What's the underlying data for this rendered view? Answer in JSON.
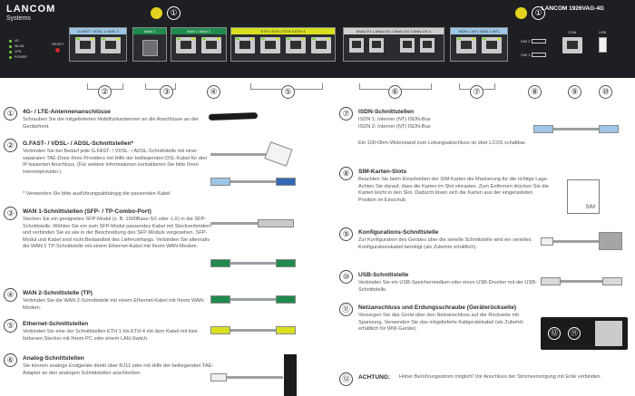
{
  "brand": {
    "name": "LANCOM",
    "sub": "Systems"
  },
  "model": "LANCOM 1926VAG-4G",
  "front_panel": {
    "antenna_number": "①",
    "leds": [
      "4G",
      "WLAN",
      "VPN",
      "POWER"
    ],
    "reset_label": "RESET",
    "port_groups": [
      {
        "label": "G.FAST / VDSL 1   VDSL 2",
        "color": "#9ec6e6"
      },
      {
        "label": "WAN 1",
        "color": "#1f8a4d"
      },
      {
        "label": "WAN 1   WAN 2",
        "color": "#1f8a4d"
      },
      {
        "label": "ETH 1   ETH 2   ETH 3   ETH 4",
        "color": "#d8e01f"
      },
      {
        "label": "ANALOG 1 ANALOG 2   ANALOG 3 ANALOG 4",
        "color": "#cfcfcf"
      },
      {
        "label": "ISDN 1 (NT)   ISDN 2 (NT)",
        "color": "#9ec6e6"
      }
    ],
    "sim1": "SIM 2",
    "sim2": "SIM 1",
    "com_label": "COM",
    "usb_label": "USB",
    "callouts": [
      "②",
      "③",
      "④",
      "⑤",
      "⑥",
      "⑦",
      "⑧",
      "⑨",
      "⑩"
    ]
  },
  "sections": [
    {
      "num": "①",
      "title": "4G- / LTE-Antennenanschlüsse",
      "text": "Schrauben Sie die mitgelieferten Mobilfunkantennen an die Anschlüsse an der Gerätefront."
    },
    {
      "num": "②",
      "title": "G.FAST- / VDSL- / ADSL-Schnittstellen*",
      "text": "Verbinden Sie bei Bedarf jede G.FAST- / VDSL- / ADSL-Schnittstelle mit einer separaten TAE-Dose Ihres Providers mit Hilfe der beiliegenden DSL-Kabel für den IP-basierten Anschluss. (Für weitere Informationen kontaktieren Sie bitte Ihren Internetprovider.)",
      "footnote": "* Verwenden Sie bitte ausführungsabhängig die passenden Kabel"
    },
    {
      "num": "③",
      "title": "WAN 1-Schnittstellen (SFP- / TP-Combo-Port)",
      "text": "Stecken Sie ein geeignetes SFP-Modul (z. B. 1000Base-SX oder -LX) in die SFP-Schnittstelle. Wählen Sie ein zum SFP-Modul passendes Kabel mit Steckverbindern und verbinden Sie es wie in der Beschreibung des SFP-Moduls vorgesehen. SFP-Modul und Kabel sind nicht Bestandteil des Lieferumfangs. Verbinden Sie alternativ die WAN 1 TP-Schnittstelle mit einem Ethernet-Kabel mit Ihrem WAN-Modem."
    },
    {
      "num": "④",
      "title": "WAN 2-Schnittstelle (TP)",
      "text": "Verbinden Sie die WAN 2-Schnittstelle mit einem Ethernet-Kabel mit Ihrem WAN-Modem."
    },
    {
      "num": "⑤",
      "title": "Ethernet-Schnittstellen",
      "text": "Verbinden Sie eine der Schnittstellen ETH 1 bis ETH 4 mit dem Kabel mit kiwi-farbenen Stecker mit Ihrem PC oder einem LAN-Switch."
    },
    {
      "num": "⑥",
      "title": "Analog-Schnittstellen",
      "text": "Sie können analoge Endgeräte direkt über RJ11 oder mit Hilfe der beiliegenden TAE-Adapter an den analogen Schnittstellen anschließen."
    },
    {
      "num": "⑦",
      "title": "ISDN-Schnittstellen",
      "text": "ISDN 1: Interner (NT) ISDN-Bus\nISDN 2: Interner (NT) ISDN-Bus",
      "footnote": "Ein 100-Ohm-Widerstand zum Leitungsabschluss ist über LCOS schaltbar."
    },
    {
      "num": "⑧",
      "title": "SIM-Karten-Slots",
      "text": "Beachten Sie beim Einschieben der SIM-Karten die Markierung für die richtige Lage. Achten Sie darauf, dass die Karten im Slot einrasten. Zum Entfernen drücken Sie die Karten leicht in den Slot. Dadurch lösen sich die Karten aus der eingerasteten Position im Einschub."
    },
    {
      "num": "⑨",
      "title": "Konfigurations-Schnittstelle",
      "text": "Zur Konfiguration des Gerätes über die serielle Schnittstelle wird ein serielles Konfigurationskabel benötigt (als Zubehör erhältlich)."
    },
    {
      "num": "⑩",
      "title": "USB-Schnittstelle",
      "text": "Verbinden Sie ein USB-Speichermedium oder einen USB-Drucker mit der USB-Schnittstelle."
    },
    {
      "num": "⑪",
      "title": "Netzanschluss und Erdungsschraube (Geräterückseite)",
      "text": "Versorgen Sie das Gerät über den Netzanschluss auf der Rückseite mit Spannung. Verwenden Sie das mitgelieferte Kaltgerätekabel (als Zubehör erhältlich für WW-Geräte)."
    },
    {
      "num": "⑫",
      "title": "ACHTUNG:",
      "text": "Hoher Berührungsstrom möglich! Vor Anschluss der Stromversorgung mit Erde verbinden."
    }
  ],
  "sim_card_label": "SIM",
  "mains_numbers": [
    "⑫",
    "⑪"
  ],
  "colors": {
    "kiwi": "#d8e01f",
    "wan": "#1f8a4d",
    "dsl": "#9ec6e6",
    "antenna_badge": "#e3d21f"
  }
}
